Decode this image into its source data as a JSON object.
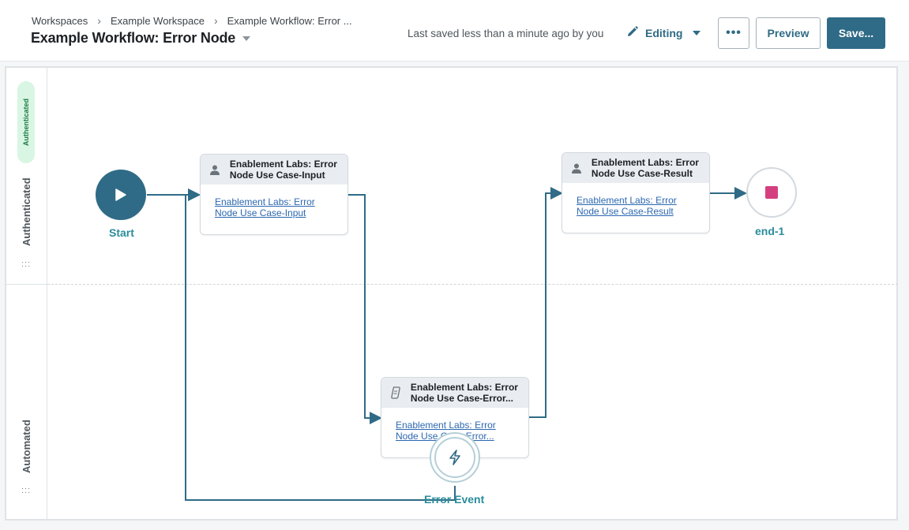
{
  "breadcrumb": {
    "items": [
      "Workspaces",
      "Example Workspace",
      "Example Workflow: Error ..."
    ]
  },
  "header": {
    "title": "Example Workflow: Error Node",
    "last_saved": "Last saved less than a minute ago by you",
    "mode_label": "Editing",
    "more_label": "•••",
    "preview_label": "Preview",
    "save_label": "Save..."
  },
  "lanes": {
    "authenticated": {
      "pill": "Authenticated",
      "name": "Authenticated",
      "grip": ":::"
    },
    "automated": {
      "name": "Automated",
      "grip": ":::"
    }
  },
  "nodes": {
    "start": {
      "label": "Start"
    },
    "input": {
      "title": "Enablement Labs: Error Node Use Case-Input",
      "link": "Enablement Labs: Error Node Use Case-Input",
      "icon": "person-icon"
    },
    "error_task": {
      "title": "Enablement Labs: Error Node Use Case-Error...",
      "link": "Enablement Labs: Error Node Use Case-Error...",
      "icon": "script-icon"
    },
    "result": {
      "title": "Enablement Labs: Error Node Use Case-Result",
      "link": "Enablement Labs: Error Node Use Case-Result",
      "icon": "person-icon"
    },
    "end": {
      "label": "end-1"
    },
    "error_event": {
      "label": "Error Event",
      "icon": "lightning-icon"
    }
  },
  "colors": {
    "accent": "#2f6b86",
    "edge": "#2f6b86",
    "label": "#2a8c9c",
    "end_marker": "#d4407f",
    "pill_bg": "#d8f6e3"
  }
}
